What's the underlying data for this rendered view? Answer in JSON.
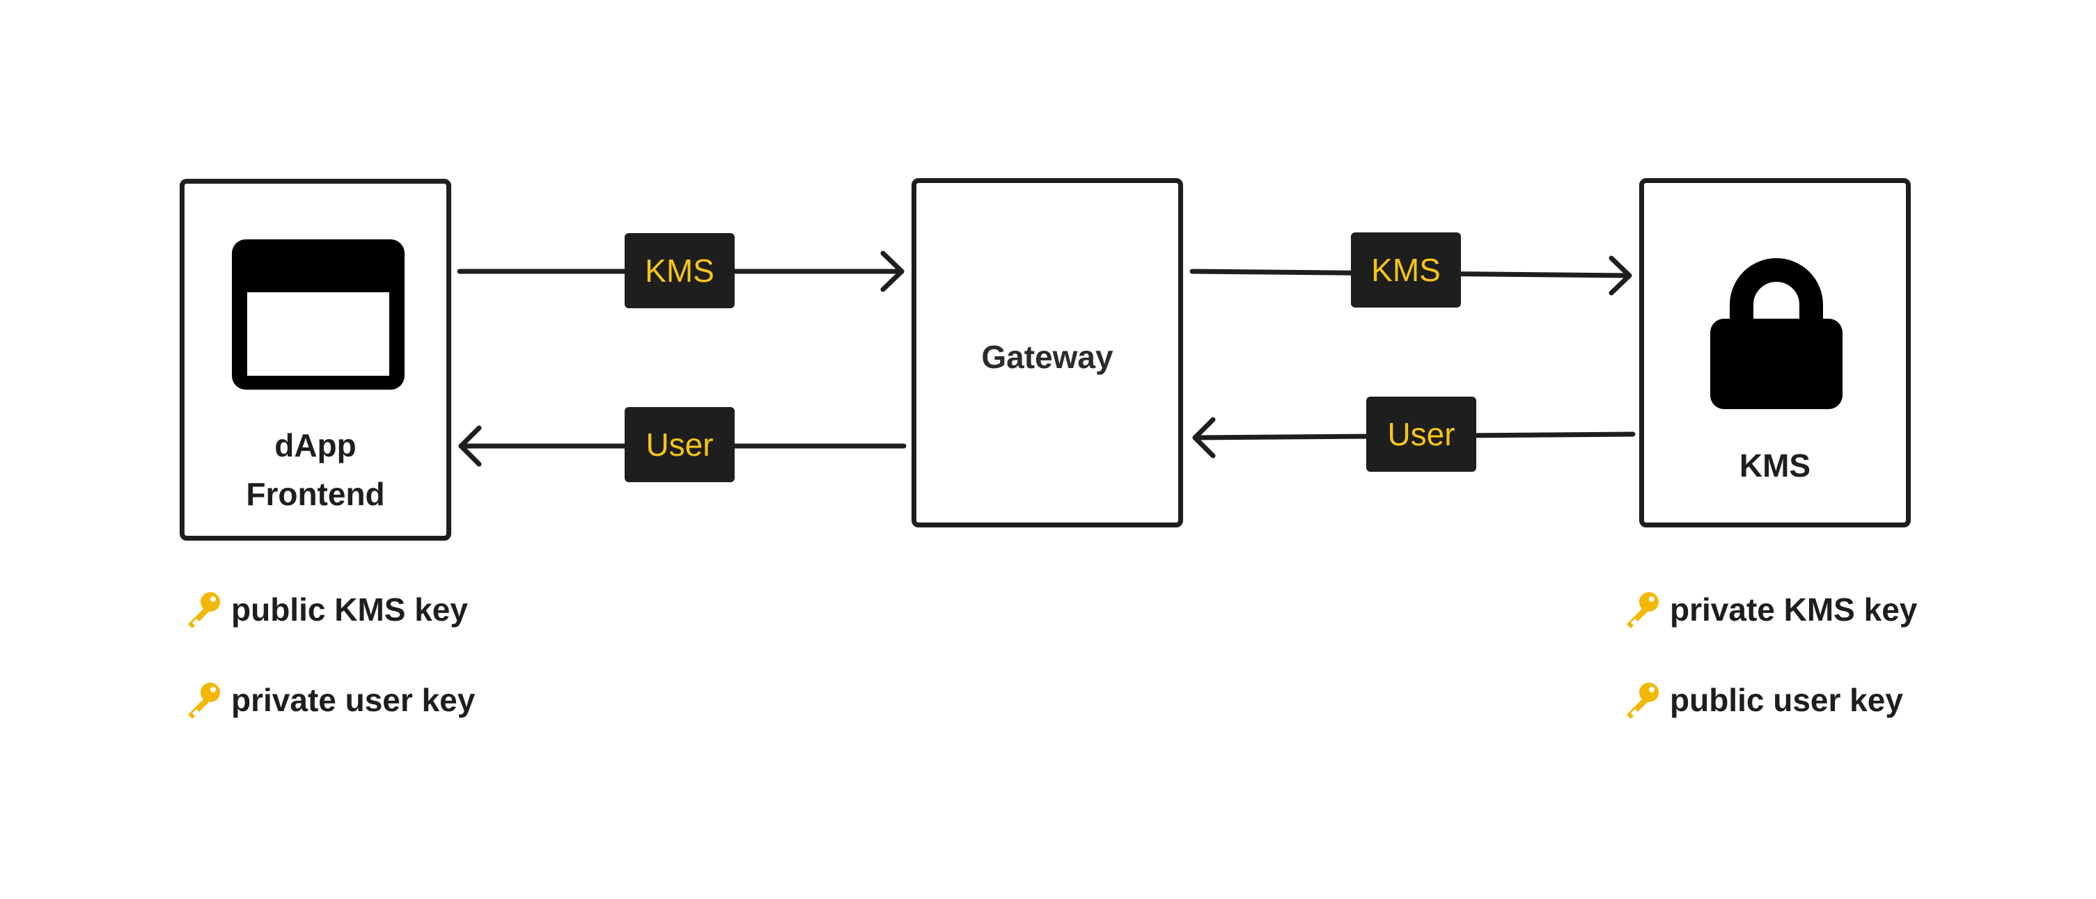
{
  "nodes": {
    "dapp": {
      "label_line1": "dApp",
      "label_line2": "Frontend",
      "icon": "browser-window-icon"
    },
    "gateway": {
      "label": "Gateway"
    },
    "kms": {
      "label": "KMS",
      "icon": "padlock-icon"
    }
  },
  "edges": {
    "dapp_to_gateway": {
      "tag": "KMS",
      "direction": "right"
    },
    "gateway_to_dapp": {
      "tag": "User",
      "direction": "left"
    },
    "gateway_to_kms": {
      "tag": "KMS",
      "direction": "right"
    },
    "kms_to_gateway": {
      "tag": "User",
      "direction": "left"
    }
  },
  "keys": {
    "dapp": [
      "public KMS key",
      "private user key"
    ],
    "kms": [
      "private KMS key",
      "public user key"
    ]
  },
  "colors": {
    "stroke": "#1e1e1e",
    "tag_background": "#1e1e1e",
    "tag_text": "#f5c518",
    "key_icon": "#f2b705"
  }
}
